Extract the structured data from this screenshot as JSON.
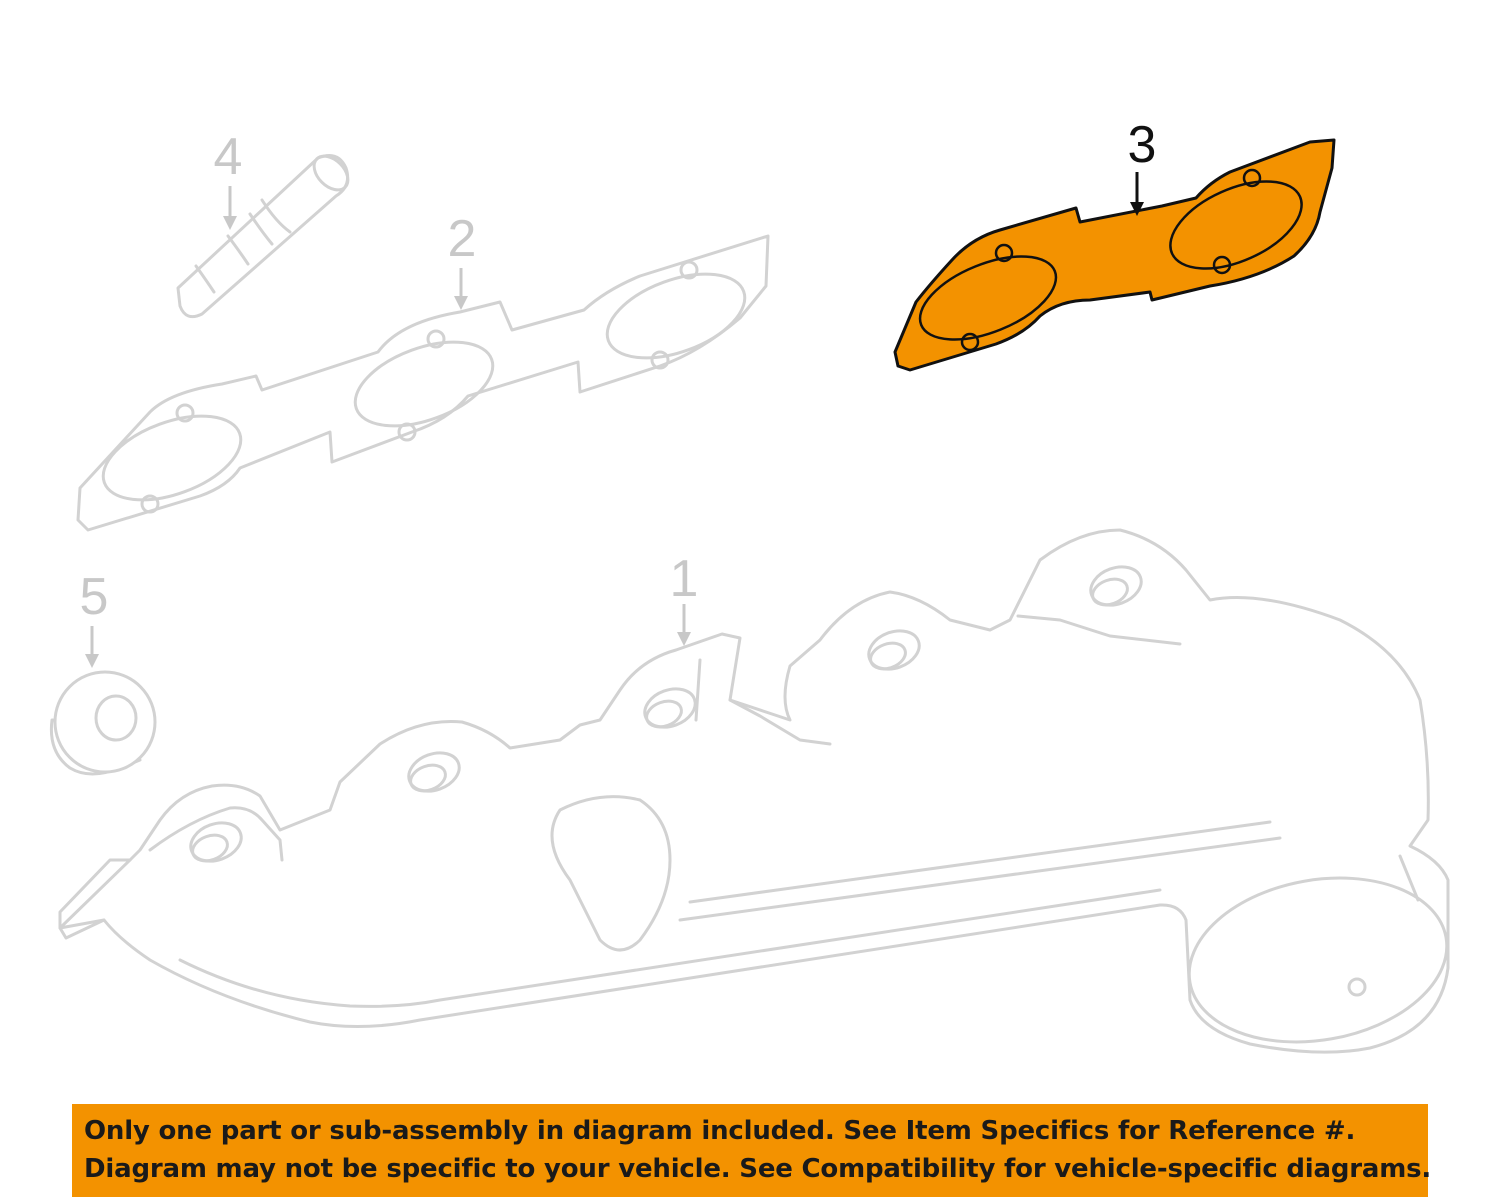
{
  "callouts": {
    "c1": "1",
    "c2": "2",
    "c3": "3",
    "c4": "4",
    "c5": "5"
  },
  "parts": [
    {
      "ref": "1",
      "shape": "exhaust-manifold",
      "highlighted": false
    },
    {
      "ref": "2",
      "shape": "manifold-gasket",
      "highlighted": false
    },
    {
      "ref": "3",
      "shape": "manifold-gasket",
      "highlighted": true
    },
    {
      "ref": "4",
      "shape": "stud",
      "highlighted": false
    },
    {
      "ref": "5",
      "shape": "flange-nut",
      "highlighted": false
    }
  ],
  "colors": {
    "highlight": "#f39200",
    "ghost_outline": "#d2d2d2",
    "notice_background": "#f39200",
    "notice_text": "#1a1a1a"
  },
  "notice": {
    "line1": "Only one part or sub-assembly in diagram included. See Item Specifics for Reference #.",
    "line2": "Diagram may not be specific to your vehicle. See Compatibility for vehicle-specific diagrams."
  }
}
